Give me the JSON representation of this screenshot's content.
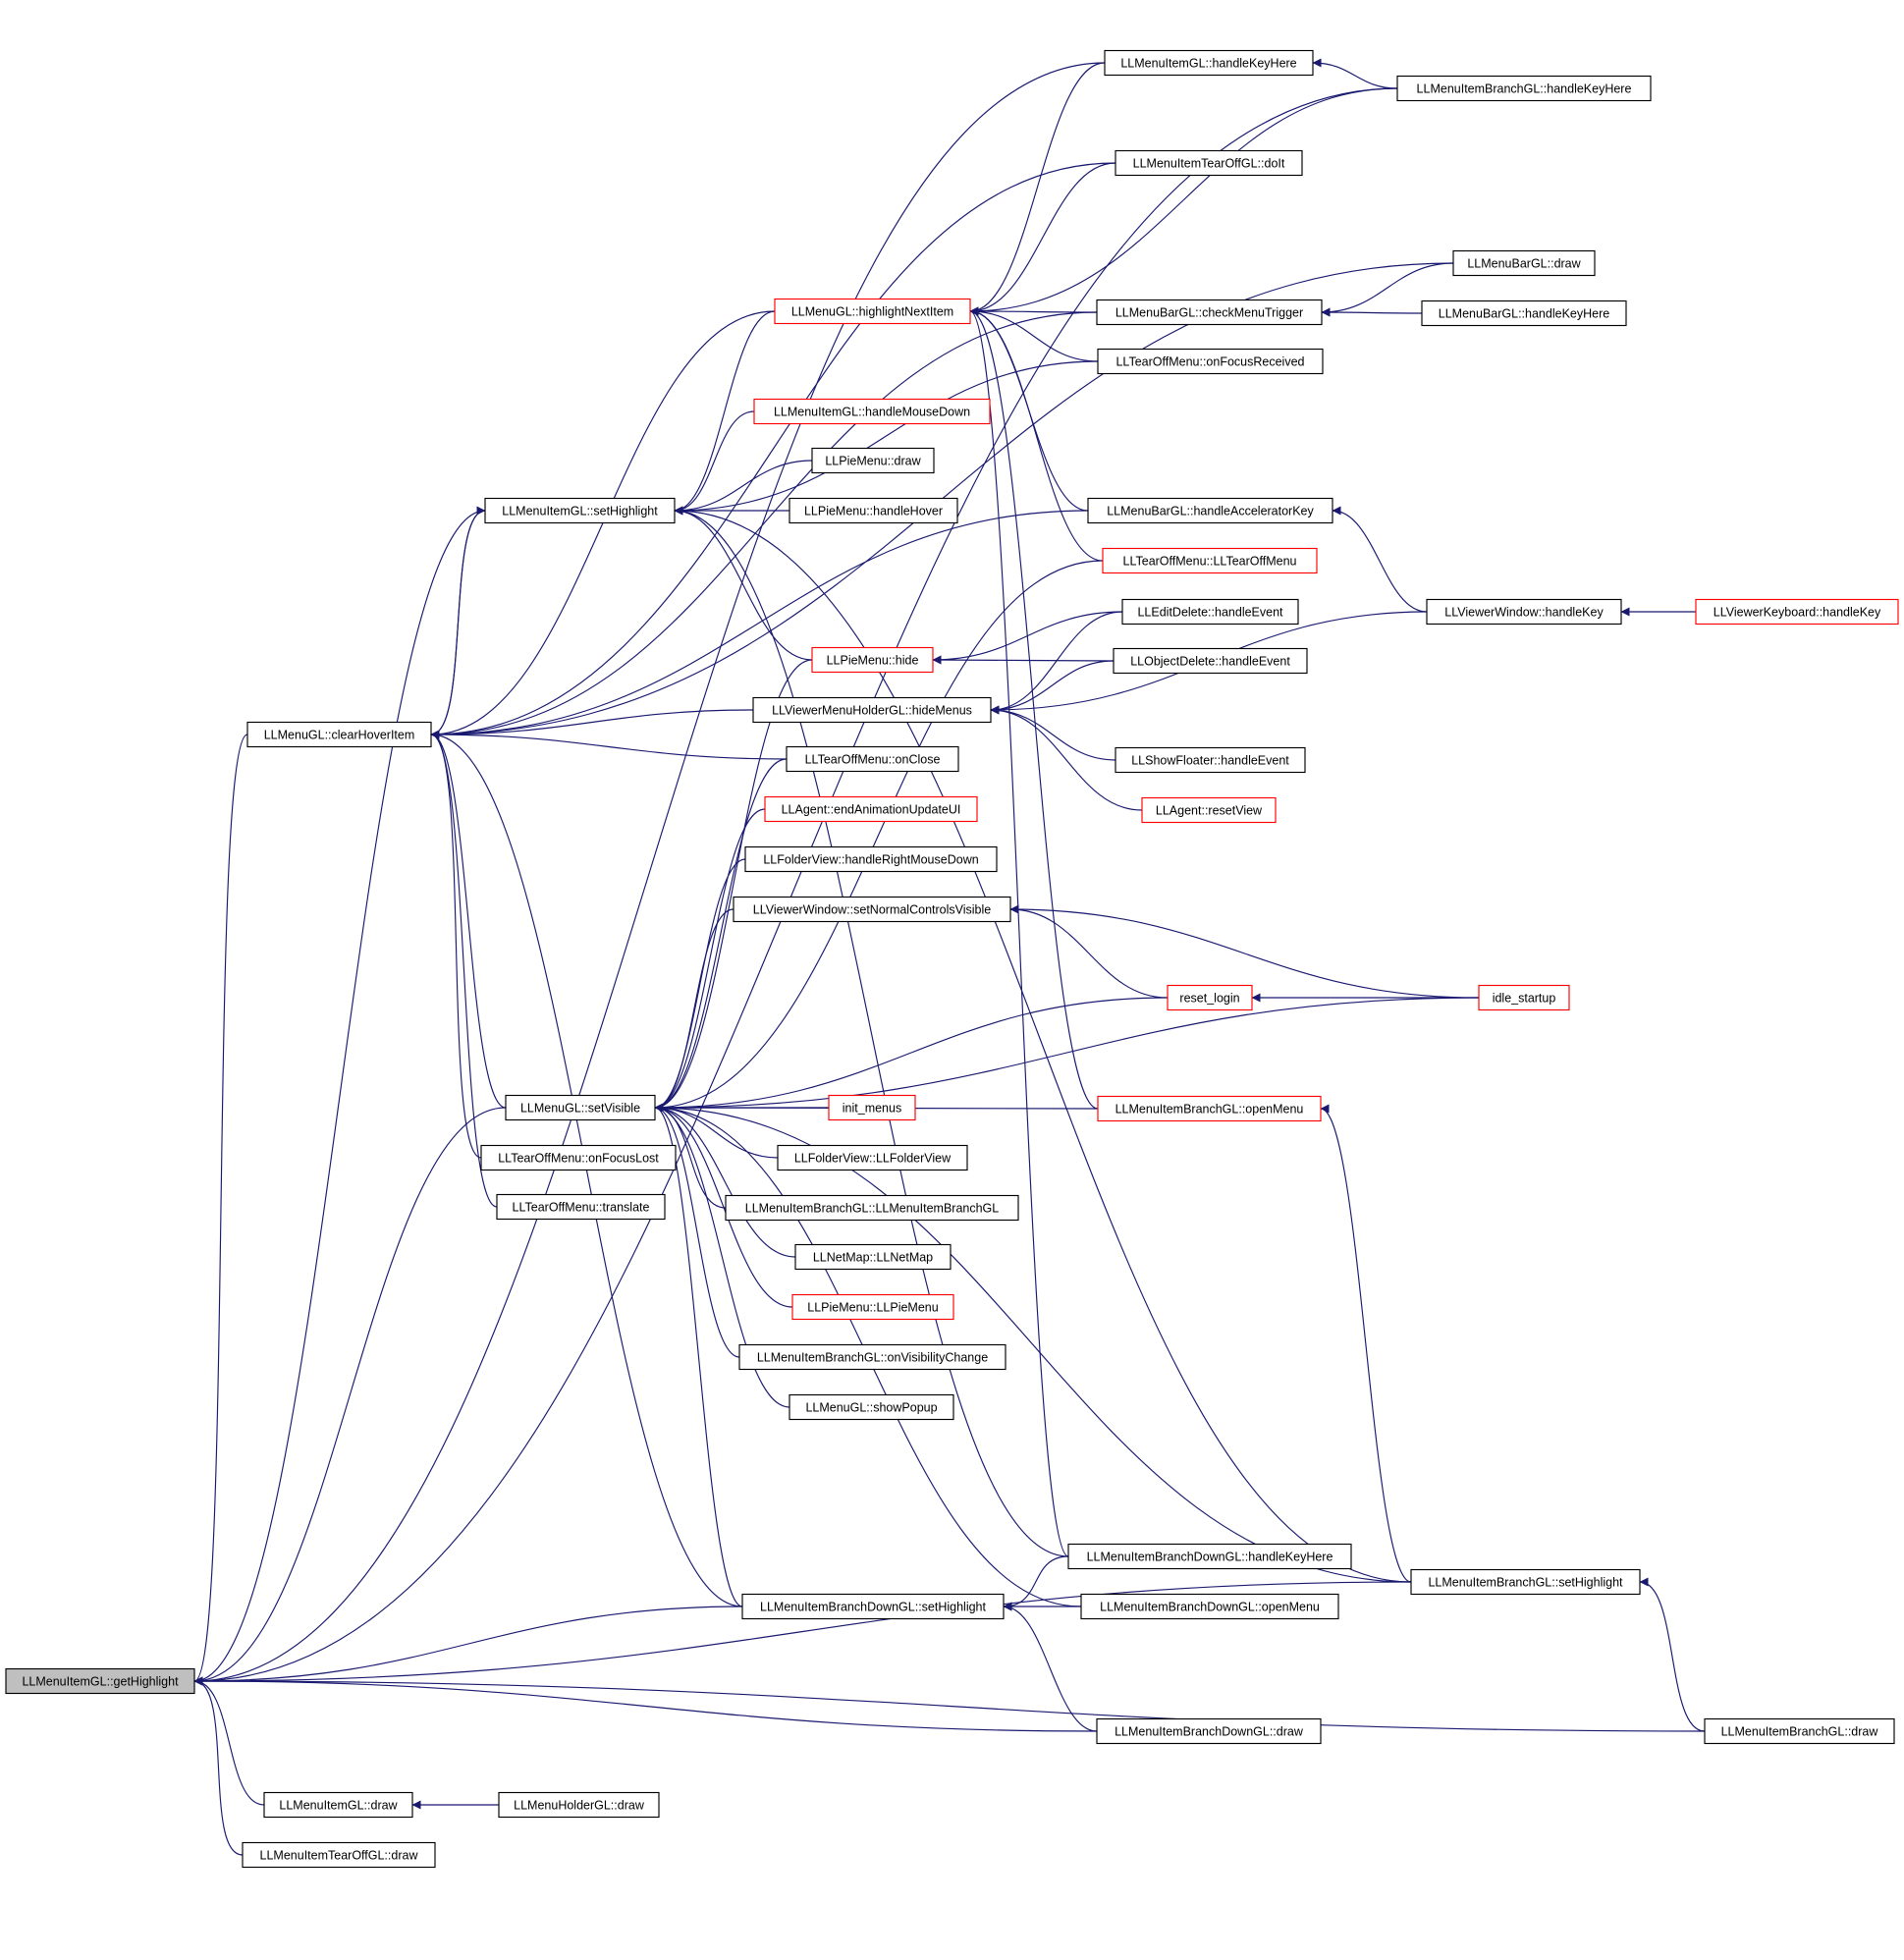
{
  "colors": {
    "edge": "#191970",
    "node_border": "#000000",
    "node_border_highlighted": "#ff0000",
    "root_fill": "#bfbfbf",
    "node_fill": "#ffffff"
  },
  "nodes": [
    {
      "id": "n_getHighlight",
      "label": "LLMenuItemGL::getHighlight",
      "style": "root"
    },
    {
      "id": "n_clearHoverItem",
      "label": "LLMenuGL::clearHoverItem",
      "style": "normal"
    },
    {
      "id": "n_setHighlight",
      "label": "LLMenuItemGL::setHighlight",
      "style": "normal"
    },
    {
      "id": "n_setVisible",
      "label": "LLMenuGL::setVisible",
      "style": "normal"
    },
    {
      "id": "n_onFocusLost",
      "label": "LLTearOffMenu::onFocusLost",
      "style": "normal"
    },
    {
      "id": "n_translate",
      "label": "LLTearOffMenu::translate",
      "style": "normal"
    },
    {
      "id": "n_itemDraw",
      "label": "LLMenuItemGL::draw",
      "style": "normal"
    },
    {
      "id": "n_tearOffDraw",
      "label": "LLMenuItemTearOffGL::draw",
      "style": "normal"
    },
    {
      "id": "n_holderDraw",
      "label": "LLMenuHolderGL::draw",
      "style": "normal"
    },
    {
      "id": "n_highlightNext",
      "label": "LLMenuGL::highlightNextItem",
      "style": "red"
    },
    {
      "id": "n_handleMouseDown",
      "label": "LLMenuItemGL::handleMouseDown",
      "style": "red"
    },
    {
      "id": "n_pieDraw",
      "label": "LLPieMenu::draw",
      "style": "normal"
    },
    {
      "id": "n_pieHover",
      "label": "LLPieMenu::handleHover",
      "style": "normal"
    },
    {
      "id": "n_pieHide",
      "label": "LLPieMenu::hide",
      "style": "red"
    },
    {
      "id": "n_hideMenus",
      "label": "LLViewerMenuHolderGL::hideMenus",
      "style": "normal"
    },
    {
      "id": "n_onClose",
      "label": "LLTearOffMenu::onClose",
      "style": "normal"
    },
    {
      "id": "n_endAnim",
      "label": "LLAgent::endAnimationUpdateUI",
      "style": "red"
    },
    {
      "id": "n_folderRMD",
      "label": "LLFolderView::handleRightMouseDown",
      "style": "normal"
    },
    {
      "id": "n_setNormal",
      "label": "LLViewerWindow::setNormalControlsVisible",
      "style": "normal"
    },
    {
      "id": "n_initMenus",
      "label": "init_menus",
      "style": "red"
    },
    {
      "id": "n_folderView",
      "label": "LLFolderView::LLFolderView",
      "style": "normal"
    },
    {
      "id": "n_branchCtor",
      "label": "LLMenuItemBranchGL::LLMenuItemBranchGL",
      "style": "normal"
    },
    {
      "id": "n_netMap",
      "label": "LLNetMap::LLNetMap",
      "style": "normal"
    },
    {
      "id": "n_pieCtor",
      "label": "LLPieMenu::LLPieMenu",
      "style": "red"
    },
    {
      "id": "n_onVisChange",
      "label": "LLMenuItemBranchGL::onVisibilityChange",
      "style": "normal"
    },
    {
      "id": "n_showPopup",
      "label": "LLMenuGL::showPopup",
      "style": "normal"
    },
    {
      "id": "n_branchDownSetHL",
      "label": "LLMenuItemBranchDownGL::setHighlight",
      "style": "normal"
    },
    {
      "id": "n_itemKeyHere",
      "label": "LLMenuItemGL::handleKeyHere",
      "style": "normal"
    },
    {
      "id": "n_tearOffDoIt",
      "label": "LLMenuItemTearOffGL::doIt",
      "style": "normal"
    },
    {
      "id": "n_checkTrigger",
      "label": "LLMenuBarGL::checkMenuTrigger",
      "style": "normal"
    },
    {
      "id": "n_focusReceived",
      "label": "LLTearOffMenu::onFocusReceived",
      "style": "normal"
    },
    {
      "id": "n_accelKey",
      "label": "LLMenuBarGL::handleAcceleratorKey",
      "style": "normal"
    },
    {
      "id": "n_tearOffCtor",
      "label": "LLTearOffMenu::LLTearOffMenu",
      "style": "red"
    },
    {
      "id": "n_editDelete",
      "label": "LLEditDelete::handleEvent",
      "style": "normal"
    },
    {
      "id": "n_objDelete",
      "label": "LLObjectDelete::handleEvent",
      "style": "normal"
    },
    {
      "id": "n_showFloater",
      "label": "LLShowFloater::handleEvent",
      "style": "normal"
    },
    {
      "id": "n_resetView",
      "label": "LLAgent::resetView",
      "style": "red"
    },
    {
      "id": "n_resetLogin",
      "label": "reset_login",
      "style": "red"
    },
    {
      "id": "n_branchOpen",
      "label": "LLMenuItemBranchGL::openMenu",
      "style": "red"
    },
    {
      "id": "n_downKeyHere",
      "label": "LLMenuItemBranchDownGL::handleKeyHere",
      "style": "normal"
    },
    {
      "id": "n_downOpen",
      "label": "LLMenuItemBranchDownGL::openMenu",
      "style": "normal"
    },
    {
      "id": "n_downDraw",
      "label": "LLMenuItemBranchDownGL::draw",
      "style": "normal"
    },
    {
      "id": "n_branchKeyHere",
      "label": "LLMenuItemBranchGL::handleKeyHere",
      "style": "normal"
    },
    {
      "id": "n_barDraw",
      "label": "LLMenuBarGL::draw",
      "style": "normal"
    },
    {
      "id": "n_barKeyHere",
      "label": "LLMenuBarGL::handleKeyHere",
      "style": "normal"
    },
    {
      "id": "n_viewerHandleKey",
      "label": "LLViewerWindow::handleKey",
      "style": "normal"
    },
    {
      "id": "n_idleStartup",
      "label": "idle_startup",
      "style": "red"
    },
    {
      "id": "n_branchSetHL",
      "label": "LLMenuItemBranchGL::setHighlight",
      "style": "normal"
    },
    {
      "id": "n_branchDraw",
      "label": "LLMenuItemBranchGL::draw",
      "style": "normal"
    },
    {
      "id": "n_keyboardKey",
      "label": "LLViewerKeyboard::handleKey",
      "style": "red"
    }
  ],
  "edges": [
    [
      "n_clearHoverItem",
      "n_getHighlight"
    ],
    [
      "n_setHighlight",
      "n_getHighlight"
    ],
    [
      "n_setVisible",
      "n_getHighlight"
    ],
    [
      "n_itemDraw",
      "n_getHighlight"
    ],
    [
      "n_tearOffDraw",
      "n_getHighlight"
    ],
    [
      "n_branchDownSetHL",
      "n_getHighlight"
    ],
    [
      "n_downDraw",
      "n_getHighlight"
    ],
    [
      "n_branchSetHL",
      "n_getHighlight"
    ],
    [
      "n_branchDraw",
      "n_getHighlight"
    ],
    [
      "n_itemKeyHere",
      "n_getHighlight"
    ],
    [
      "n_branchKeyHere",
      "n_getHighlight"
    ],
    [
      "n_setHighlight",
      "n_clearHoverItem"
    ],
    [
      "n_setVisible",
      "n_clearHoverItem"
    ],
    [
      "n_onFocusLost",
      "n_clearHoverItem"
    ],
    [
      "n_translate",
      "n_clearHoverItem"
    ],
    [
      "n_hideMenus",
      "n_clearHoverItem"
    ],
    [
      "n_onClose",
      "n_clearHoverItem"
    ],
    [
      "n_accelKey",
      "n_clearHoverItem"
    ],
    [
      "n_highlightNext",
      "n_clearHoverItem"
    ],
    [
      "n_tearOffDoIt",
      "n_clearHoverItem"
    ],
    [
      "n_barDraw",
      "n_clearHoverItem"
    ],
    [
      "n_checkTrigger",
      "n_clearHoverItem"
    ],
    [
      "n_branchDownSetHL",
      "n_clearHoverItem"
    ],
    [
      "n_clearHoverItem",
      "n_setHighlight"
    ],
    [
      "n_highlightNext",
      "n_setHighlight"
    ],
    [
      "n_handleMouseDown",
      "n_setHighlight"
    ],
    [
      "n_pieDraw",
      "n_setHighlight"
    ],
    [
      "n_pieHover",
      "n_setHighlight"
    ],
    [
      "n_pieHide",
      "n_setHighlight"
    ],
    [
      "n_focusReceived",
      "n_setHighlight"
    ],
    [
      "n_branchSetHL",
      "n_setHighlight"
    ],
    [
      "n_downKeyHere",
      "n_setHighlight"
    ],
    [
      "n_itemKeyHere",
      "n_highlightNext"
    ],
    [
      "n_tearOffDoIt",
      "n_highlightNext"
    ],
    [
      "n_checkTrigger",
      "n_highlightNext"
    ],
    [
      "n_focusReceived",
      "n_highlightNext"
    ],
    [
      "n_accelKey",
      "n_highlightNext"
    ],
    [
      "n_tearOffCtor",
      "n_highlightNext"
    ],
    [
      "n_branchKeyHere",
      "n_highlightNext"
    ],
    [
      "n_branchOpen",
      "n_highlightNext"
    ],
    [
      "n_downKeyHere",
      "n_highlightNext"
    ],
    [
      "n_editDelete",
      "n_pieHide"
    ],
    [
      "n_objDelete",
      "n_pieHide"
    ],
    [
      "n_editDelete",
      "n_hideMenus"
    ],
    [
      "n_objDelete",
      "n_hideMenus"
    ],
    [
      "n_showFloater",
      "n_hideMenus"
    ],
    [
      "n_resetView",
      "n_hideMenus"
    ],
    [
      "n_viewerHandleKey",
      "n_hideMenus"
    ],
    [
      "n_pieHide",
      "n_setVisible"
    ],
    [
      "n_onClose",
      "n_setVisible"
    ],
    [
      "n_endAnim",
      "n_setVisible"
    ],
    [
      "n_folderRMD",
      "n_setVisible"
    ],
    [
      "n_setNormal",
      "n_setVisible"
    ],
    [
      "n_resetLogin",
      "n_setVisible"
    ],
    [
      "n_idleStartup",
      "n_setVisible"
    ],
    [
      "n_initMenus",
      "n_setVisible"
    ],
    [
      "n_folderView",
      "n_setVisible"
    ],
    [
      "n_branchCtor",
      "n_setVisible"
    ],
    [
      "n_netMap",
      "n_setVisible"
    ],
    [
      "n_pieCtor",
      "n_setVisible"
    ],
    [
      "n_onVisChange",
      "n_setVisible"
    ],
    [
      "n_showPopup",
      "n_setVisible"
    ],
    [
      "n_branchOpen",
      "n_setVisible"
    ],
    [
      "n_downOpen",
      "n_setVisible"
    ],
    [
      "n_branchDownSetHL",
      "n_setVisible"
    ],
    [
      "n_branchSetHL",
      "n_setVisible"
    ],
    [
      "n_tearOffCtor",
      "n_setVisible"
    ],
    [
      "n_resetLogin",
      "n_setNormal"
    ],
    [
      "n_idleStartup",
      "n_setNormal"
    ],
    [
      "n_idleStartup",
      "n_resetLogin"
    ],
    [
      "n_holderDraw",
      "n_itemDraw"
    ],
    [
      "n_downOpen",
      "n_branchDownSetHL"
    ],
    [
      "n_downDraw",
      "n_branchDownSetHL"
    ],
    [
      "n_downKeyHere",
      "n_branchDownSetHL"
    ],
    [
      "n_branchSetHL",
      "n_branchOpen"
    ],
    [
      "n_branchDraw",
      "n_branchSetHL"
    ],
    [
      "n_branchKeyHere",
      "n_itemKeyHere"
    ],
    [
      "n_barDraw",
      "n_checkTrigger"
    ],
    [
      "n_barKeyHere",
      "n_checkTrigger"
    ],
    [
      "n_viewerHandleKey",
      "n_accelKey"
    ],
    [
      "n_keyboardKey",
      "n_viewerHandleKey"
    ]
  ]
}
